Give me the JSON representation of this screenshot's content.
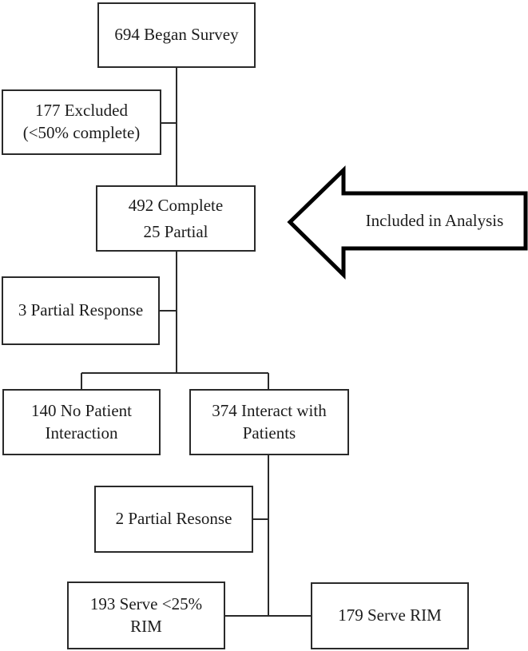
{
  "diagram": {
    "boxes": [
      {
        "name": "began-survey",
        "label": "694 Began Survey"
      },
      {
        "name": "excluded",
        "label": "177 Excluded\n(<50% complete)"
      },
      {
        "name": "complete-partial",
        "label": "492 Complete\n25 Partial"
      },
      {
        "name": "partial-response-3",
        "label": "3 Partial Response"
      },
      {
        "name": "no-patient-interaction",
        "label": "140 No Patient\nInteraction"
      },
      {
        "name": "interact-with-patients",
        "label": "374 Interact with\nPatients"
      },
      {
        "name": "partial-resonse-2",
        "label": "2 Partial Resonse"
      },
      {
        "name": "serve-under-25-rim",
        "label": "193 Serve <25%\nRIM"
      },
      {
        "name": "serve-rim",
        "label": "179 Serve RIM"
      }
    ],
    "arrow": {
      "label": "Included in Analysis",
      "direction": "left"
    },
    "colors": {
      "box_border": "#2a2a2a",
      "connector_line": "#2a2a2a",
      "arrow_outline": "#000000",
      "background": "#ffffff",
      "text": "#1c1c1c"
    }
  }
}
